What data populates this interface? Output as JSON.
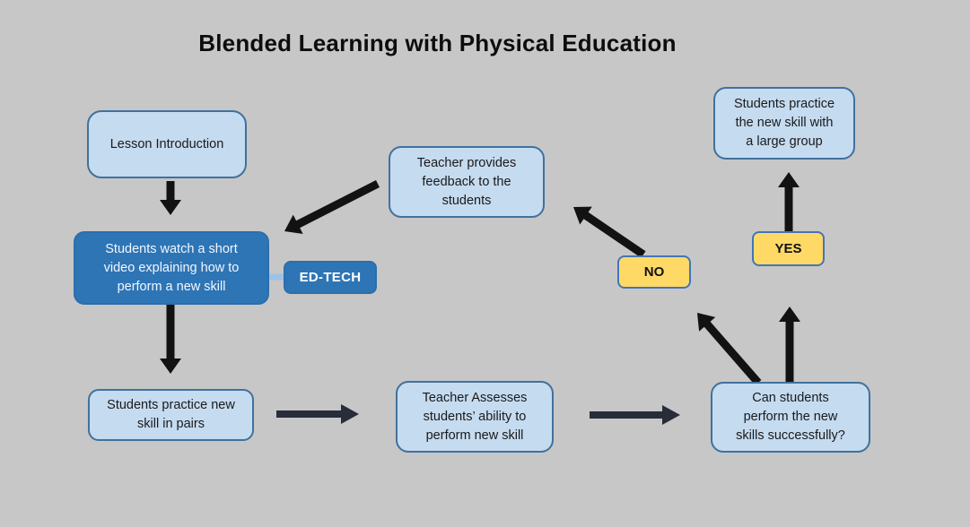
{
  "title": "Blended Learning with Physical Education",
  "colors": {
    "background": "#C7C7C7",
    "process_fill": "#C5DBF0",
    "process_border": "#41719C",
    "accent_blue": "#2E75B6",
    "connector_blue": "#9DC3E6",
    "decision_yellow": "#FFD966",
    "decision_border": "#4374B9",
    "arrow_black": "#121212",
    "arrow_slate": "#272D39"
  },
  "boxes": {
    "lesson_intro": {
      "lines": [
        "Lesson Introduction"
      ]
    },
    "video": {
      "lines": [
        "Students watch a short",
        "video explaining how to",
        "perform a new skill"
      ]
    },
    "edtech": {
      "label": "ED-TECH"
    },
    "pairs": {
      "lines": [
        "Students practice new",
        "skill in pairs"
      ]
    },
    "assess": {
      "lines": [
        "Teacher Assesses",
        "students’ ability to",
        "perform new skill"
      ]
    },
    "can": {
      "lines": [
        "Can students",
        "perform the new",
        "skills successfully?"
      ]
    },
    "feedback": {
      "lines": [
        "Teacher provides",
        "feedback to the",
        "students"
      ]
    },
    "large_group": {
      "lines": [
        "Students practice",
        "the new skill with",
        "a large group"
      ]
    },
    "no": {
      "label": "NO"
    },
    "yes": {
      "label": "YES"
    }
  }
}
